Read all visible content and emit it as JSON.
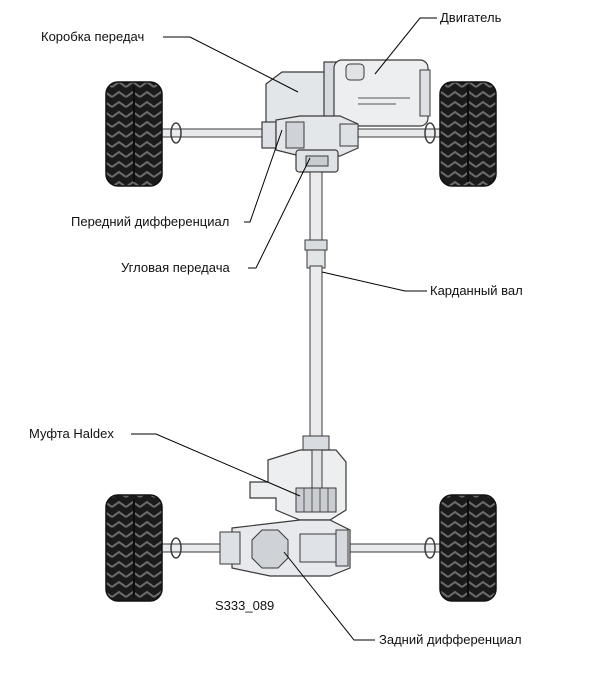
{
  "labels": {
    "gearbox": "Коробка передач",
    "engine": "Двигатель",
    "front_diff": "Передний дифференциал",
    "angle_drive": "Угловая передача",
    "prop_shaft": "Карданный вал",
    "haldex": "Муфта Haldex",
    "rear_diff": "Задний дифференциал"
  },
  "figure_code": "S333_089",
  "colors": {
    "tire": "#1a1a1a",
    "tread": "#5a5a5a",
    "part_fill": "#dde0e4",
    "part_fill_light": "#eceef0",
    "outline": "#3a3a3a",
    "leader": "#000000"
  }
}
